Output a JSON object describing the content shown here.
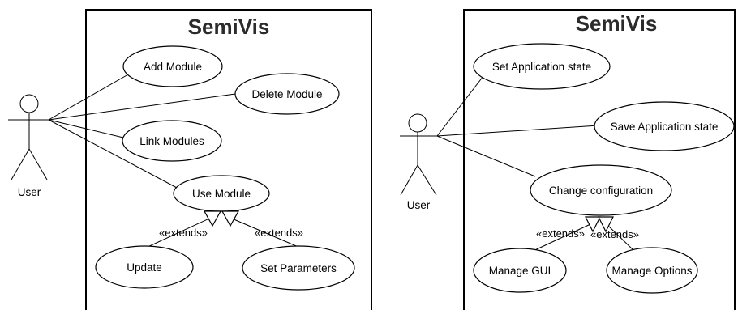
{
  "diagrams": [
    {
      "system_title": "SemiVis",
      "actor_label": "User",
      "use_cases": {
        "add_module": "Add Module",
        "delete_module": "Delete Module",
        "link_modules": "Link Modules",
        "use_module": "Use Module",
        "update": "Update",
        "set_parameters": "Set Parameters"
      },
      "extends_labels": [
        "«extends»",
        "«extends»"
      ]
    },
    {
      "system_title": "SemiVis",
      "actor_label": "User",
      "use_cases": {
        "set_state": "Set Application state",
        "save_state": "Save Application state",
        "change_config": "Change configuration",
        "manage_gui": "Manage GUI",
        "manage_options": "Manage Options"
      },
      "extends_labels": [
        "«extends»",
        "«extends»"
      ]
    }
  ]
}
